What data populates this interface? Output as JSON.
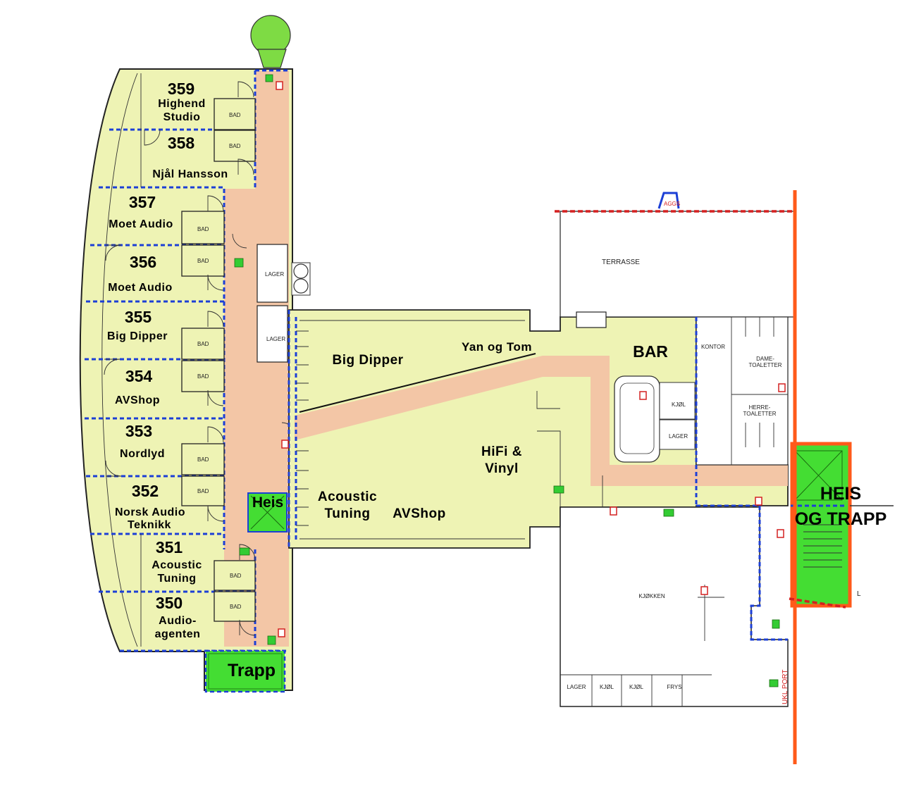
{
  "rooms": {
    "r359": {
      "number": "359",
      "name1": "Highend",
      "name2": "Studio"
    },
    "r358": {
      "number": "358",
      "name1": "Njål Hansson"
    },
    "r357": {
      "number": "357",
      "name1": "Moet Audio"
    },
    "r356": {
      "number": "356",
      "name1": "Moet Audio"
    },
    "r355": {
      "number": "355",
      "name1": "Big Dipper"
    },
    "r354": {
      "number": "354",
      "name1": "AVShop"
    },
    "r353": {
      "number": "353",
      "name1": "Nordlyd"
    },
    "r352": {
      "number": "352",
      "name1": "Norsk Audio",
      "name2": "Teknikk"
    },
    "r351": {
      "number": "351",
      "name1": "Acoustic",
      "name2": "Tuning"
    },
    "r350": {
      "number": "350",
      "name1": "Audio-",
      "name2": "agenten"
    }
  },
  "bad_label": "BAD",
  "halls": {
    "big_dipper": "Big Dipper",
    "yan_og_tom": "Yan og Tom",
    "hifi_line1": "HiFi &",
    "hifi_line2": "Vinyl",
    "acoustic_line1": "Acoustic",
    "acoustic_line2": "Tuning",
    "avshop": "AVShop"
  },
  "labels": {
    "bar": "BAR",
    "heis": "Heis",
    "trapp": "Trapp",
    "heis_og_trapp_1": "HEIS",
    "heis_og_trapp_2": "OG TRAPP",
    "terrasse": "TERRASSE",
    "lager": "LAGER",
    "kontor": "KONTOR",
    "dame_1": "DAME-",
    "dame_2": "TOALETTER",
    "herre_1": "HERRE-",
    "herre_2": "TOALETTER",
    "kjol": "KJØL",
    "kjokken": "KJØKKEN",
    "frys": "FRYS",
    "ukl_port": "UKL PORT",
    "aggs": "AGGS",
    "l_mark": "L"
  },
  "colors": {
    "room_fill": "#eef3b4",
    "corridor_fill": "#f3c6a6",
    "green_fill": "#44dd33",
    "blue_line": "#1c3fd6",
    "red_line": "#d42020",
    "orange_line": "#ff5a1a"
  }
}
